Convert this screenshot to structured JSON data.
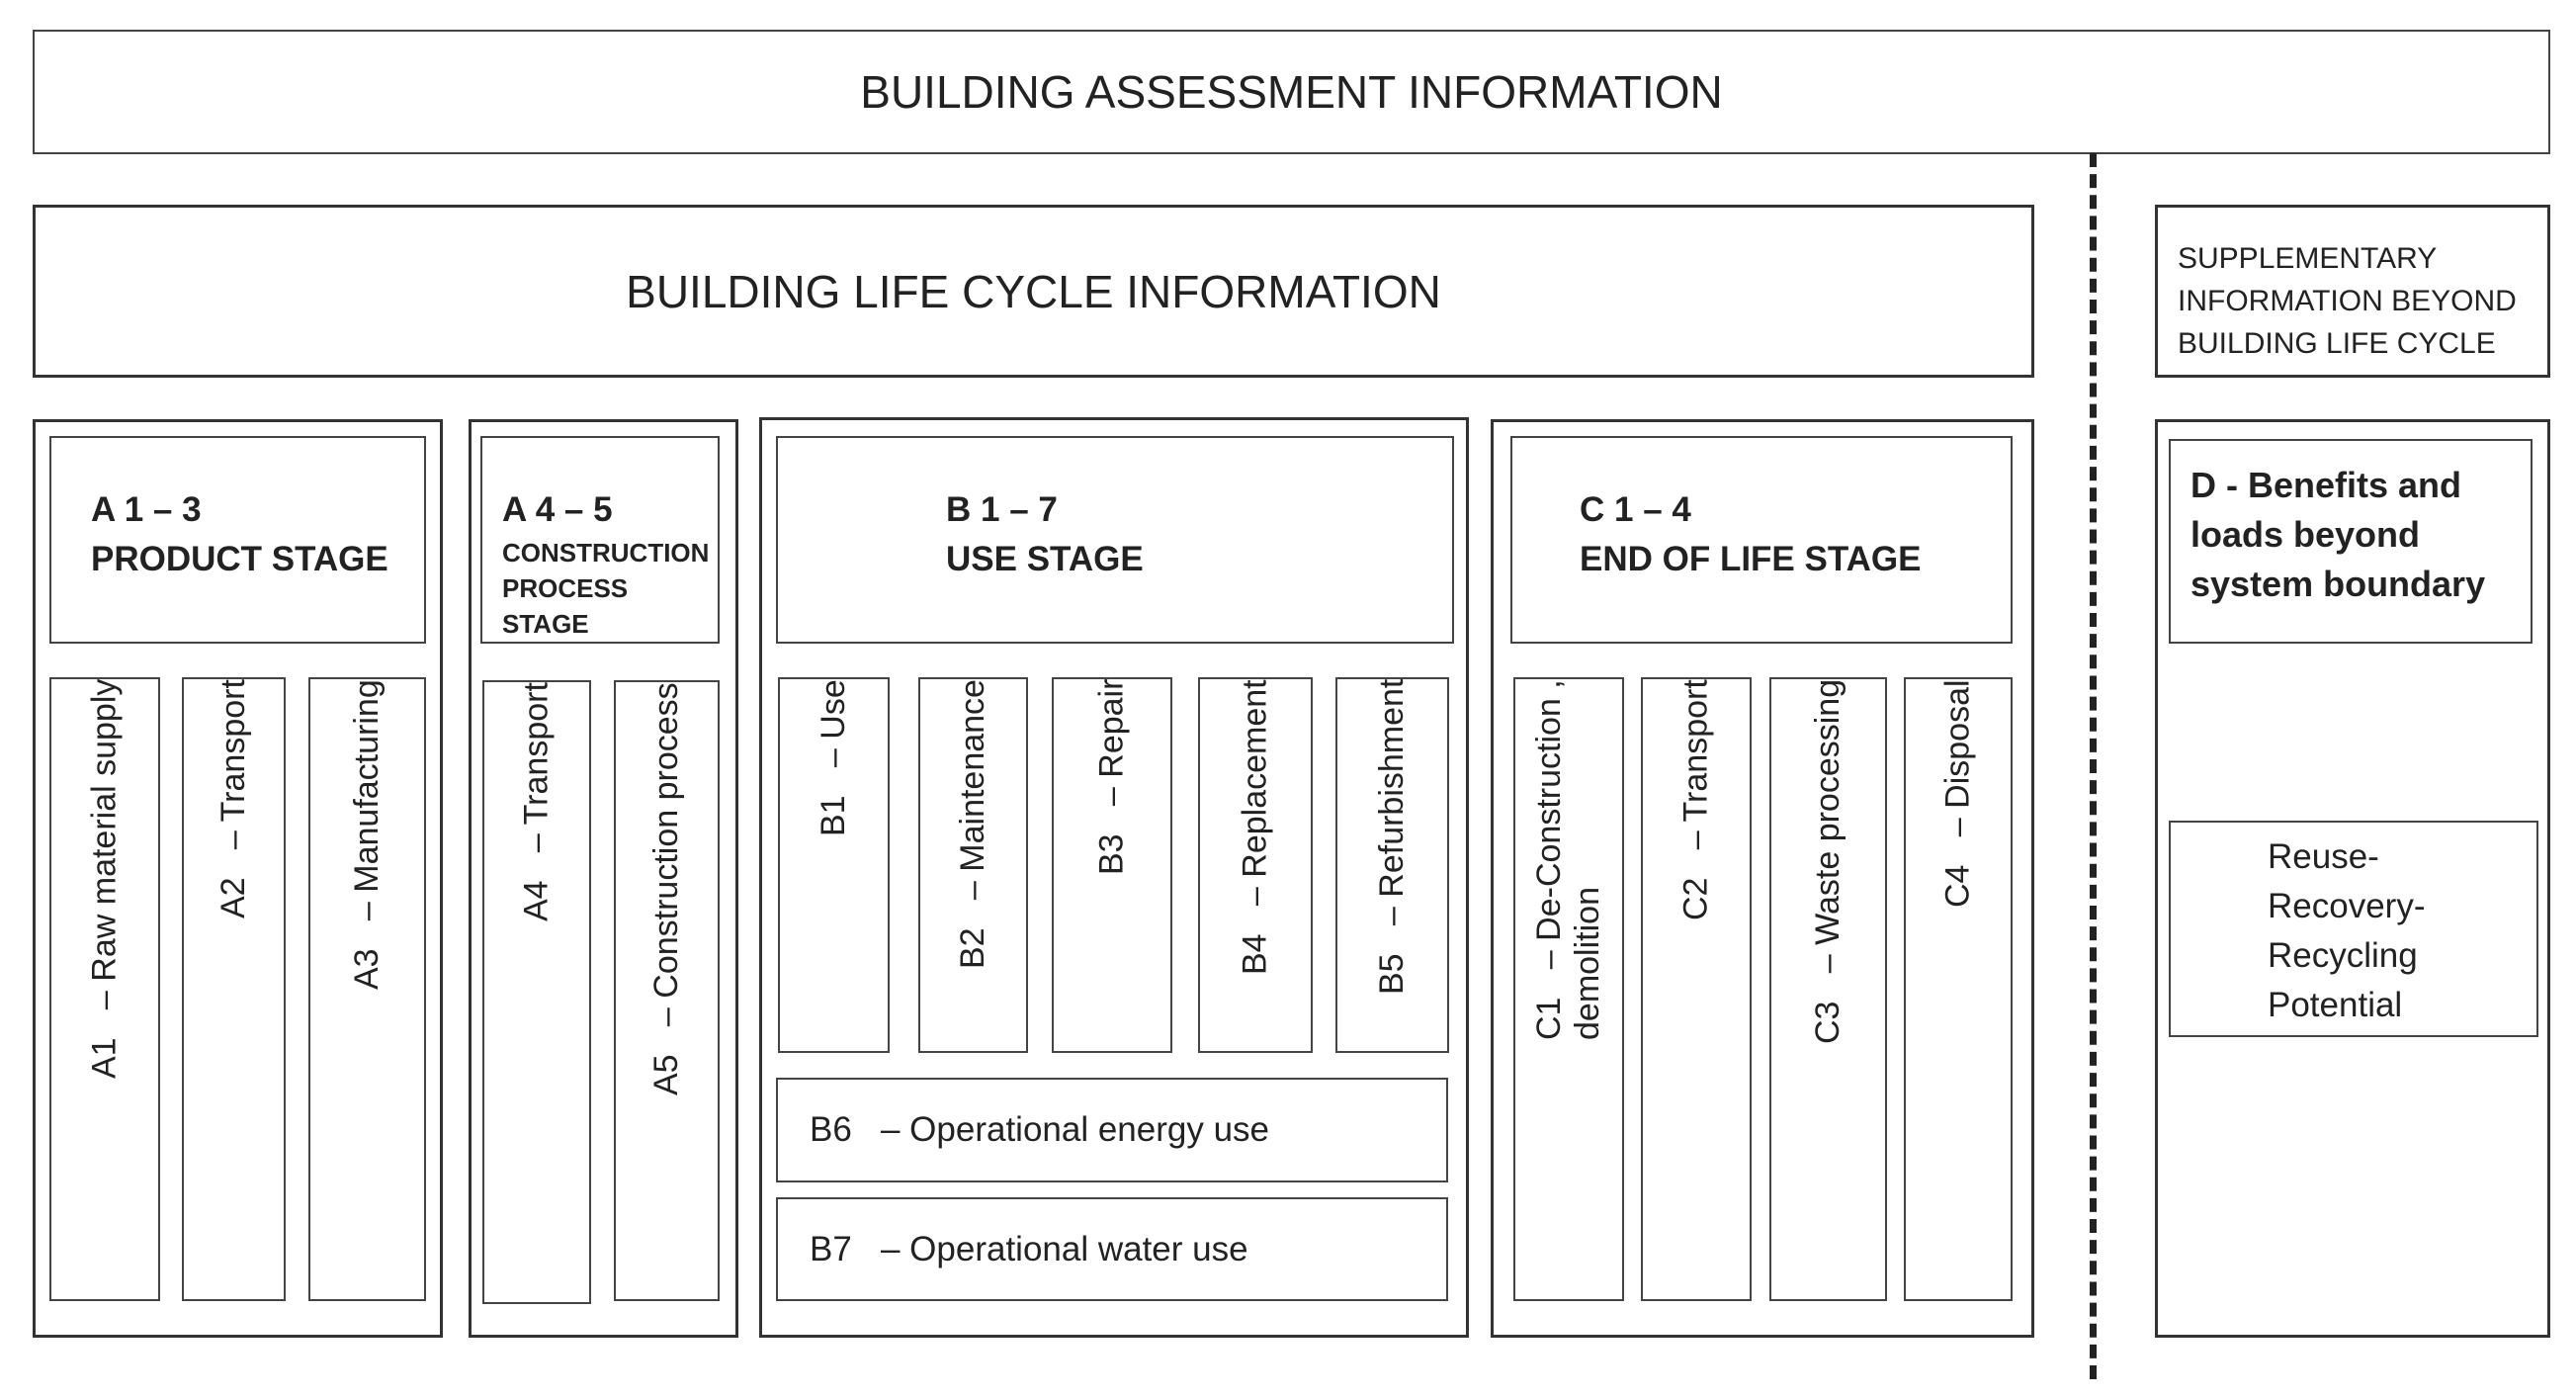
{
  "assessment_title": "BUILDING ASSESSMENT INFORMATION",
  "lifecycle_title": "BUILDING LIFE CYCLE INFORMATION",
  "supplementary_title": [
    "SUPPLEMENTARY",
    "INFORMATION BEYOND",
    "BUILDING LIFE CYCLE"
  ],
  "a13": {
    "code": "A 1 – 3",
    "name": "PRODUCT STAGE",
    "items": [
      "A1   – Raw material supply",
      "A2   – Transport",
      "A3   – Manufacturing"
    ]
  },
  "a45": {
    "code": "A 4 – 5",
    "name": [
      "CONSTRUCTION",
      "PROCESS STAGE"
    ],
    "items": [
      "A4   – Transport",
      "A5   – Construction process"
    ]
  },
  "b17": {
    "code": "B 1 – 7",
    "name": "USE STAGE",
    "items": [
      "B1   – Use",
      "B2   – Maintenance",
      "B3   – Repair",
      "B4   – Replacement",
      "B5   – Refurbishment"
    ],
    "rows": [
      "B6   – Operational energy use",
      "B7   – Operational water use"
    ]
  },
  "c14": {
    "code": "C 1 – 4",
    "name": "END OF LIFE STAGE",
    "items": [
      "C1   – De-Construction ,",
      "C2   – Transport",
      "C3   – Waste processing",
      "C4   – Disposal"
    ],
    "c1_line2": "demolition"
  },
  "d": {
    "title": [
      "D - Benefits and",
      "loads beyond",
      "system boundary"
    ],
    "potential": [
      "Reuse-",
      "Recovery-",
      "Recycling",
      "Potential"
    ]
  }
}
